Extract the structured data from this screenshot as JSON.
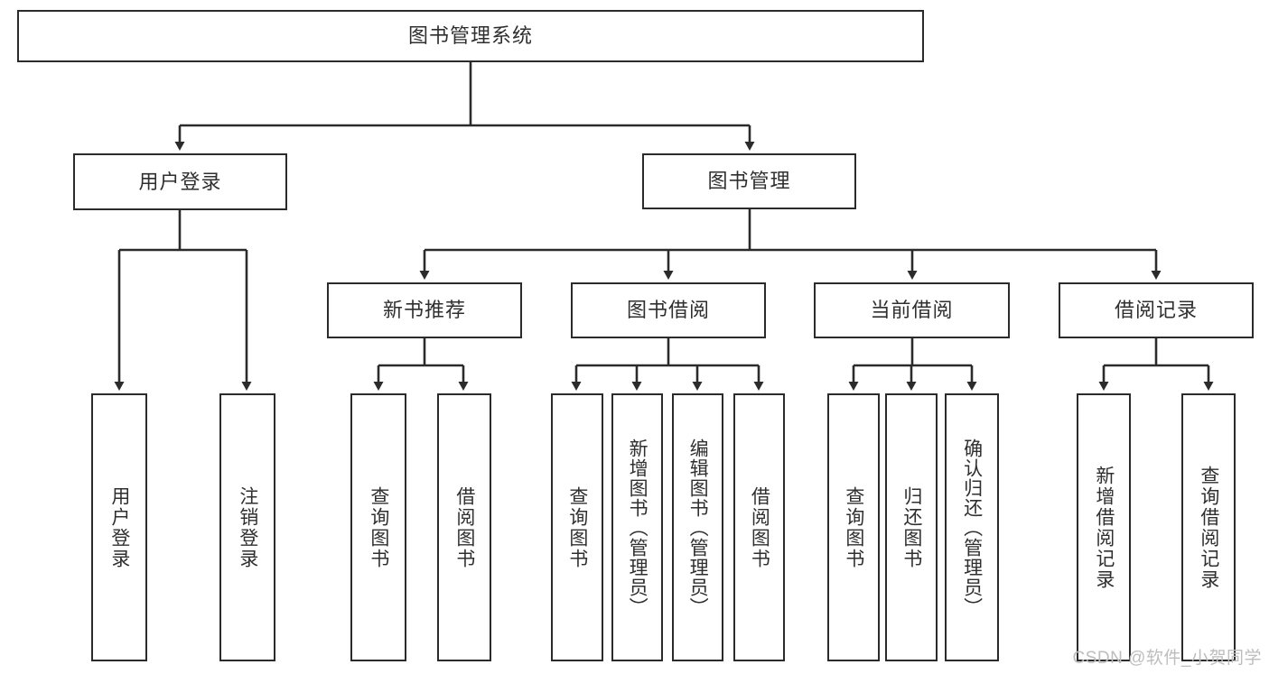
{
  "diagram": {
    "title": "图书管理系统",
    "type": "tree",
    "root": {
      "label": "图书管理系统"
    },
    "level1": [
      {
        "label": "用户登录"
      },
      {
        "label": "图书管理"
      }
    ],
    "level2": [
      {
        "label": "新书推荐"
      },
      {
        "label": "图书借阅"
      },
      {
        "label": "当前借阅"
      },
      {
        "label": "借阅记录"
      }
    ],
    "leaves": {
      "user_login": [
        {
          "label": "用户登录"
        },
        {
          "label": "注销登录"
        }
      ],
      "new_book_recommend": [
        {
          "label": "查询图书"
        },
        {
          "label": "借阅图书"
        }
      ],
      "book_borrow": [
        {
          "label": "查询图书"
        },
        {
          "label": "新增图书（管理员）"
        },
        {
          "label": "编辑图书（管理员）"
        },
        {
          "label": "借阅图书"
        }
      ],
      "current_borrow": [
        {
          "label": "查询图书"
        },
        {
          "label": "归还图书"
        },
        {
          "label": "确认归还（管理员）"
        }
      ],
      "borrow_record": [
        {
          "label": "新增借阅记录"
        },
        {
          "label": "查询借阅记录"
        }
      ]
    }
  },
  "watermark": {
    "text": "CSDN @软件_小贺同学"
  },
  "colors": {
    "stroke": "#2b2b2b",
    "text": "#2f2f2f",
    "background": "#ffffff",
    "watermark": "#bdbdbd"
  }
}
